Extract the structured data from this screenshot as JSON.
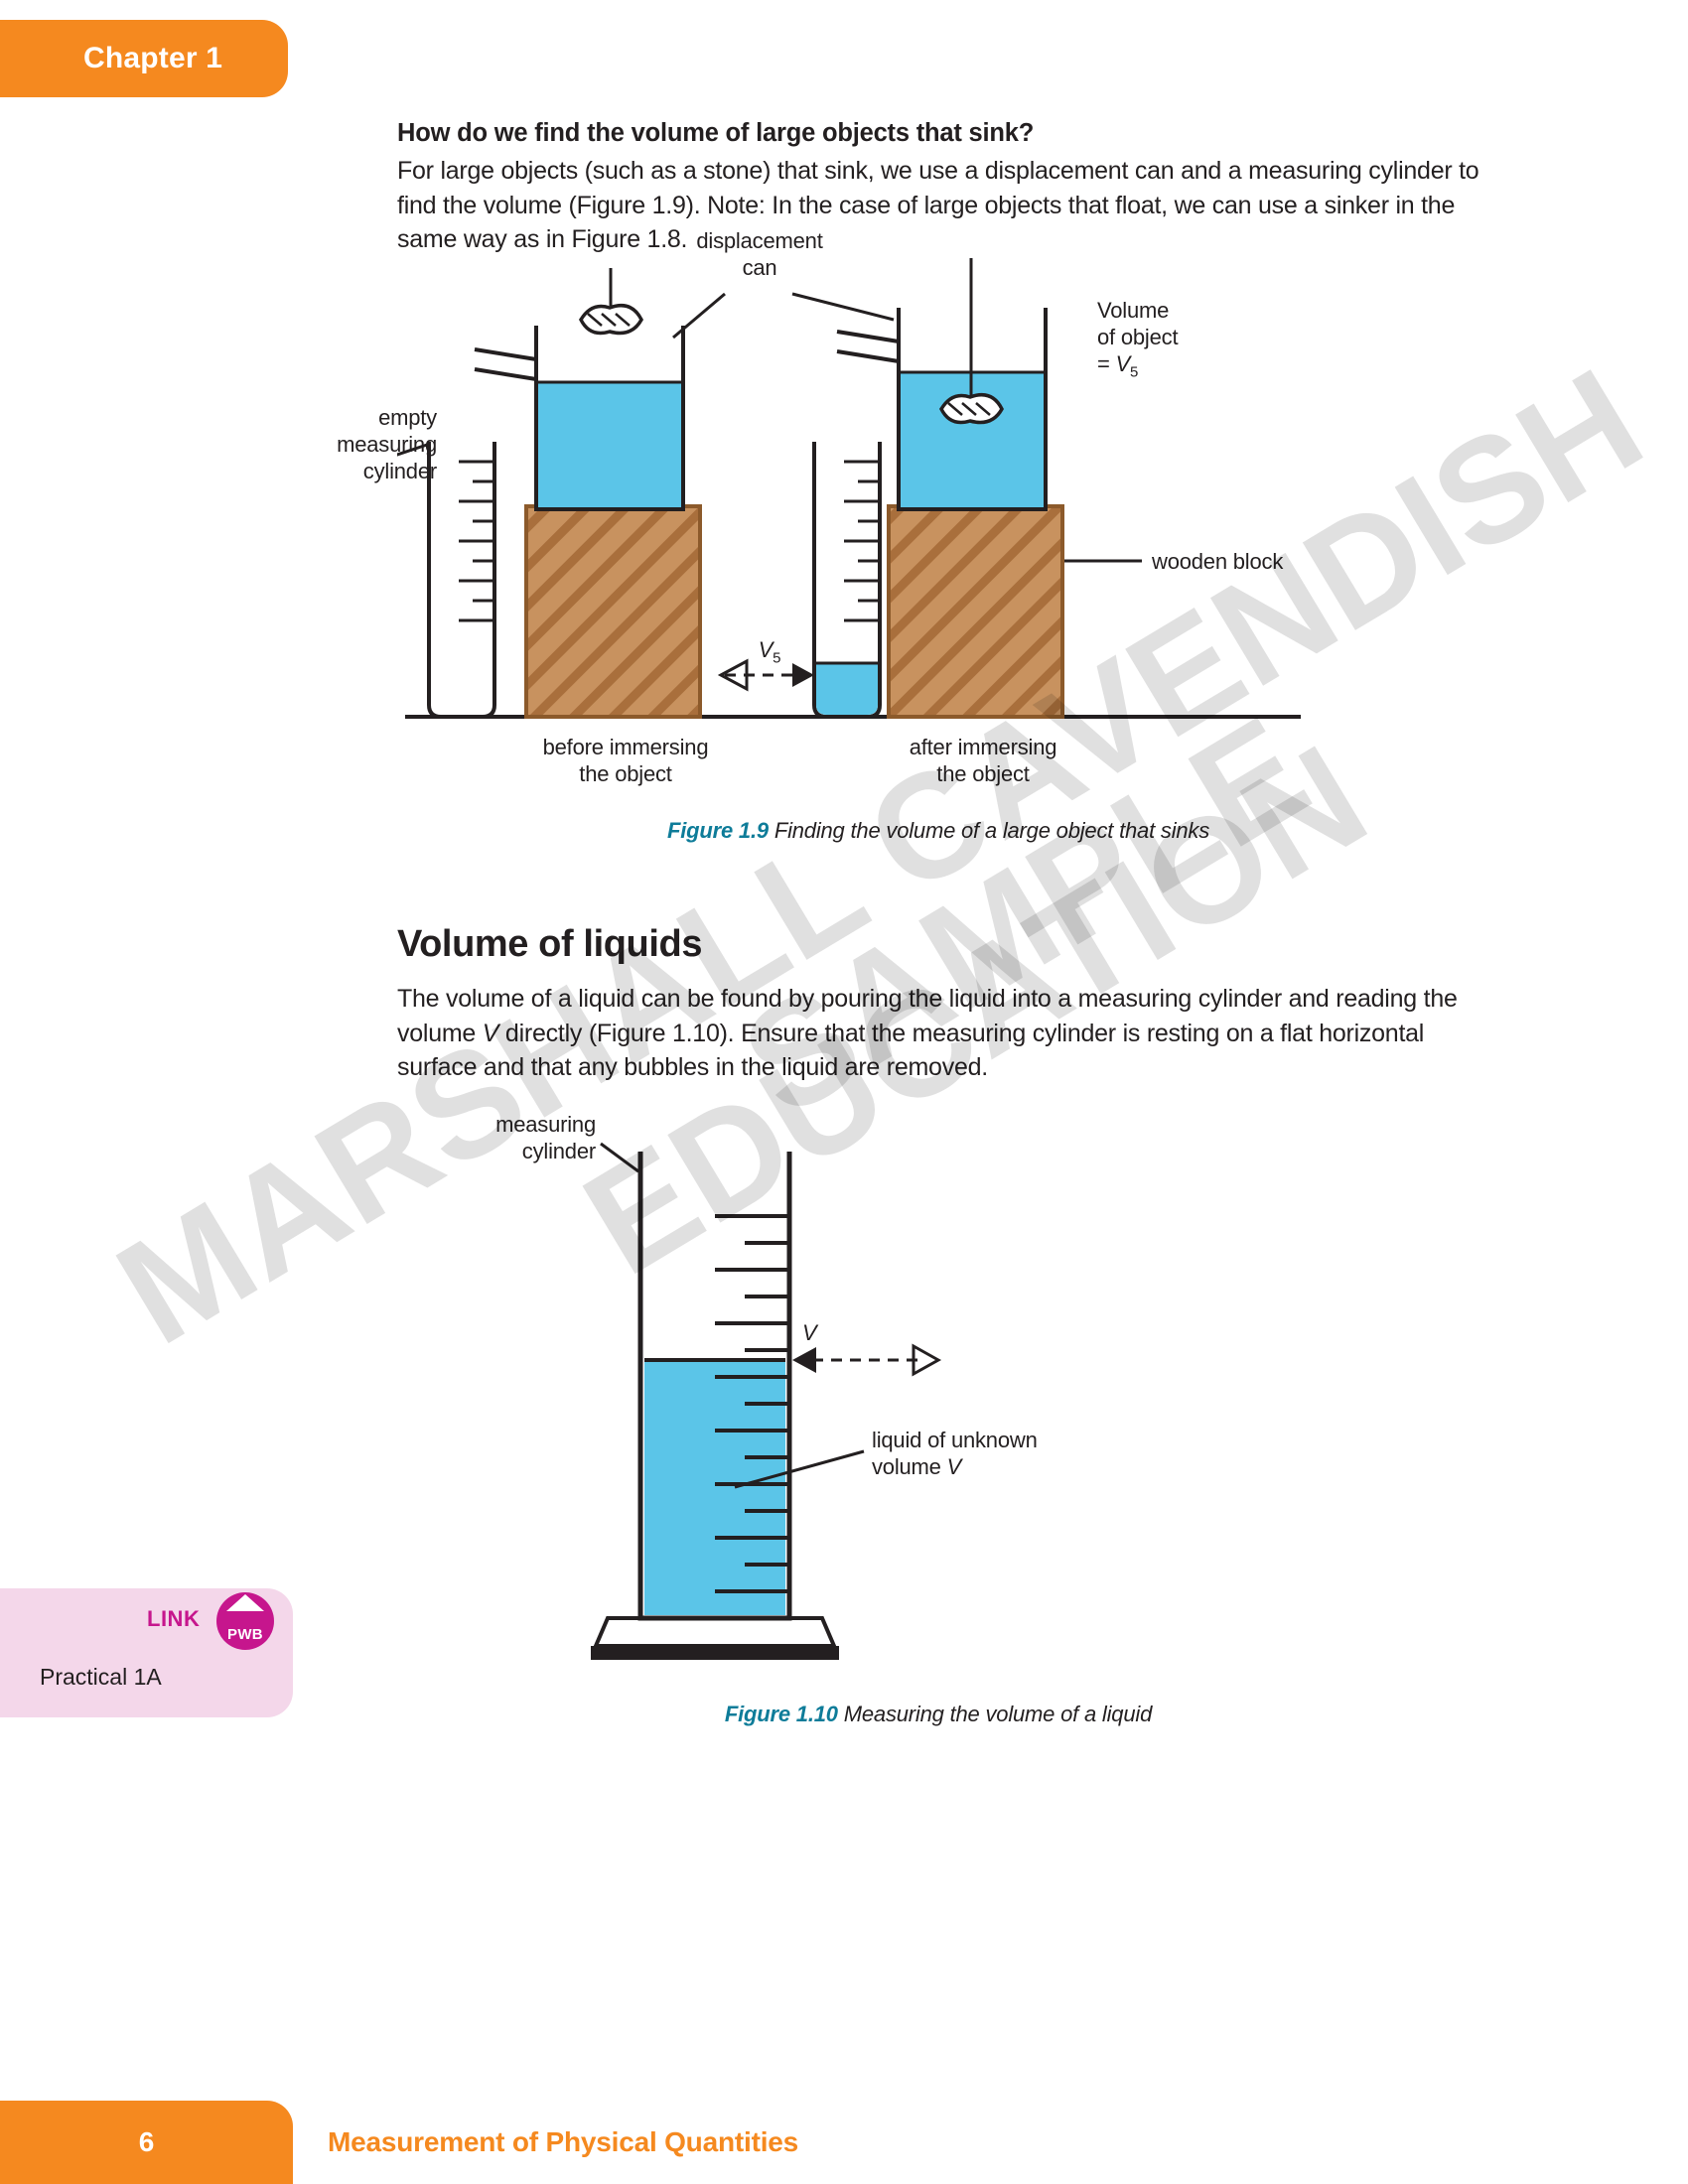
{
  "chapter_tab": {
    "label": "Chapter 1"
  },
  "intro": {
    "heading": "How do we find the volume of large objects that sink?",
    "paragraph": "For large objects (such as a stone) that sink, we use a displacement can and a measuring cylinder to find the volume (Figure 1.9). Note: In the case of large objects that float, we can use a sinker in the same way as in Figure 1.8."
  },
  "figure_1_9": {
    "labels": {
      "displacement_can_line1": "displacement",
      "displacement_can_line2": "can",
      "volume_line1": "Volume",
      "volume_line2": "of object",
      "volume_line3": "= V",
      "volume_sub": "5",
      "empty_line1": "empty",
      "empty_line2": "measuring",
      "empty_line3": "cylinder",
      "wooden_block": "wooden block",
      "v_marker": "V",
      "v_marker_sub": "5",
      "before_line1": "before immersing",
      "before_line2": "the object",
      "after_line1": "after immersing",
      "after_line2": "the object"
    },
    "caption_number": "Figure 1.9",
    "caption_text": "Finding the volume of a large object that sinks"
  },
  "section_liquids": {
    "heading": "Volume of liquids",
    "paragraph_a": "The volume of a liquid can be found by pouring the liquid into a measuring cylinder and reading the volume ",
    "paragraph_italic": "V",
    "paragraph_b": " directly (Figure 1.10). Ensure that the measuring cylinder is resting on a flat horizontal surface and that any bubbles in the liquid are removed."
  },
  "figure_1_10": {
    "labels": {
      "measuring_line1": "measuring",
      "measuring_line2": "cylinder",
      "v_marker": "V",
      "liquid_line1": "liquid of unknown",
      "liquid_line2a": "volume ",
      "liquid_line2b": "V"
    },
    "caption_number": "Figure 1.10",
    "caption_text": "Measuring the volume of a liquid"
  },
  "link_box": {
    "link_label": "LINK",
    "badge_label": "PWB",
    "practical": "Practical 1A"
  },
  "footer": {
    "page_number": "6",
    "title": "Measurement of Physical Quantities"
  },
  "watermark": {
    "line1": "MARSHALL CAVENDISH",
    "line2": "EDUCATION",
    "line3": "SAMPLE"
  },
  "colors": {
    "orange": "#f5891f",
    "teal_caption": "#0e7c99",
    "water_blue": "#5bc5e8",
    "wood": "#c08a55",
    "pink_box": "#f4d7ea",
    "magenta": "#c6168d"
  }
}
